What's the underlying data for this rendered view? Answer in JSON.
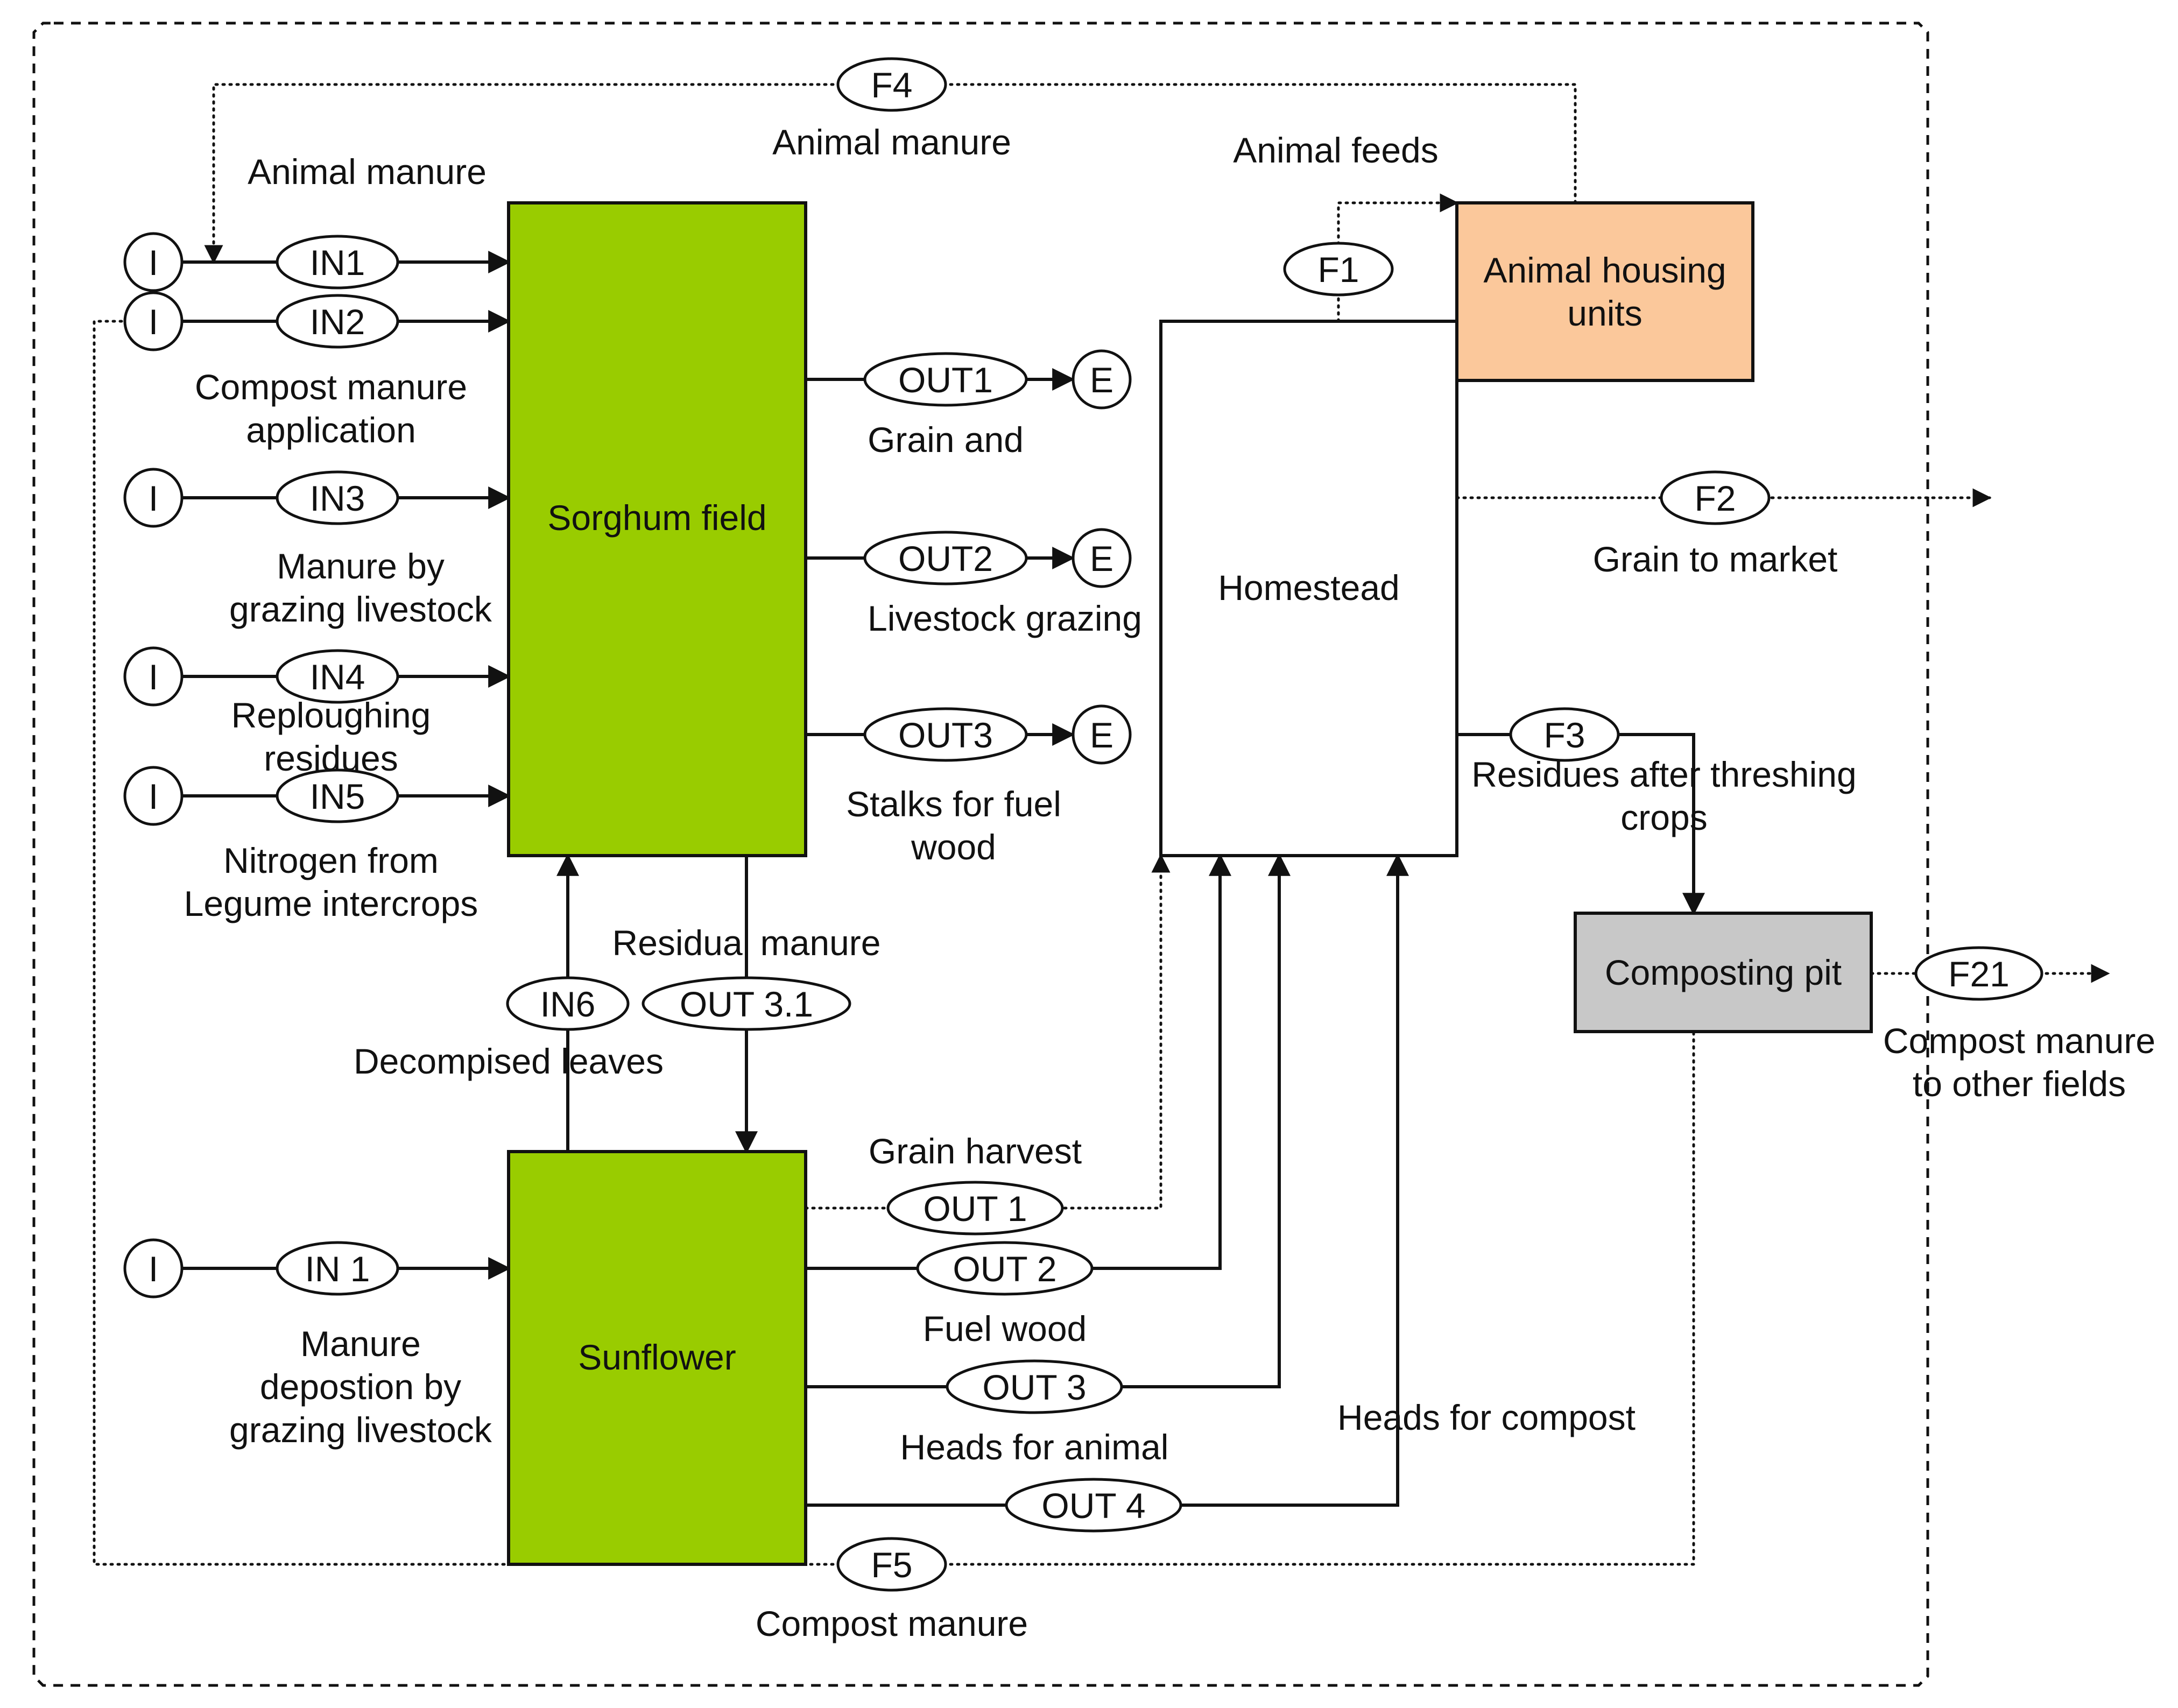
{
  "colors": {
    "crop_field": "#99cc00",
    "animal_housing": "#fbc89b",
    "composting_pit": "#c8c8c8",
    "homestead": "#ffffff",
    "line": "#111111"
  },
  "boxes": {
    "sorghum": "Sorghum field",
    "sunflower": "Sunflower",
    "homestead": "Homestead",
    "animal_housing": [
      "Animal housing",
      "units"
    ],
    "composting_pit": "Composting pit"
  },
  "terminals": {
    "input": "I",
    "exit": "E"
  },
  "flows": {
    "in1": "IN1",
    "in2": "IN2",
    "in3": "IN3",
    "in4": "IN4",
    "in5": "IN5",
    "in6": "IN6",
    "in1_sunflower": "IN 1",
    "out1": "OUT1",
    "out2": "OUT2",
    "out3": "OUT3",
    "out31": "OUT 3.1",
    "out1_sf": "OUT 1",
    "out2_sf": "OUT 2",
    "out3_sf": "OUT 3",
    "out4_sf": "OUT 4",
    "f1": "F1",
    "f2": "F2",
    "f3": "F3",
    "f4": "F4",
    "f5": "F5",
    "f21": "F21"
  },
  "labels": {
    "animal_manure_left": "Animal manure",
    "animal_manure_top": "Animal manure",
    "animal_feeds": "Animal feeds",
    "compost_application": [
      "Compost manure",
      "application"
    ],
    "manure_grazing": [
      "Manure by",
      "grazing livestock"
    ],
    "reploughing": [
      "Reploughing",
      "residues"
    ],
    "nitrogen": [
      "Nitrogen from",
      "Legume intercrops"
    ],
    "grain_and": "Grain and",
    "livestock_grazing": "Livestock grazing",
    "stalks": [
      "Stalks for fuel",
      "wood"
    ],
    "grain_market": "Grain to market",
    "residues_threshing": [
      "Residues after threshing",
      "crops"
    ],
    "compost_other": [
      "Compost manure",
      "to other fields"
    ],
    "residual_manure": "Residual manure",
    "decomposed_leaves": "Decompised leaves",
    "grain_harvest": "Grain harvest",
    "fuel_wood": "Fuel wood",
    "heads_animal": "Heads for animal",
    "heads_compost": "Heads for compost",
    "manure_deposition": [
      "Manure",
      "depostion by",
      "grazing livestock"
    ],
    "compost_manure_bottom": "Compost manure"
  }
}
